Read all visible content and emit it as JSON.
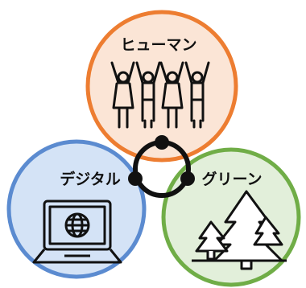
{
  "labels": {
    "human": "ヒューマン",
    "digital": "デジタル",
    "green": "グリーン"
  },
  "colors": {
    "human_fill": "#fbe5d6",
    "human_stroke": "#ed7d31",
    "digital_fill": "#d4e3f6",
    "digital_stroke": "#5b8bd0",
    "green_fill": "#e2efda",
    "green_stroke": "#70ad47",
    "connector": "#111111"
  },
  "icons": {
    "human": "people-raising-hands-icon",
    "digital": "laptop-globe-icon",
    "green": "forest-trees-icon"
  }
}
